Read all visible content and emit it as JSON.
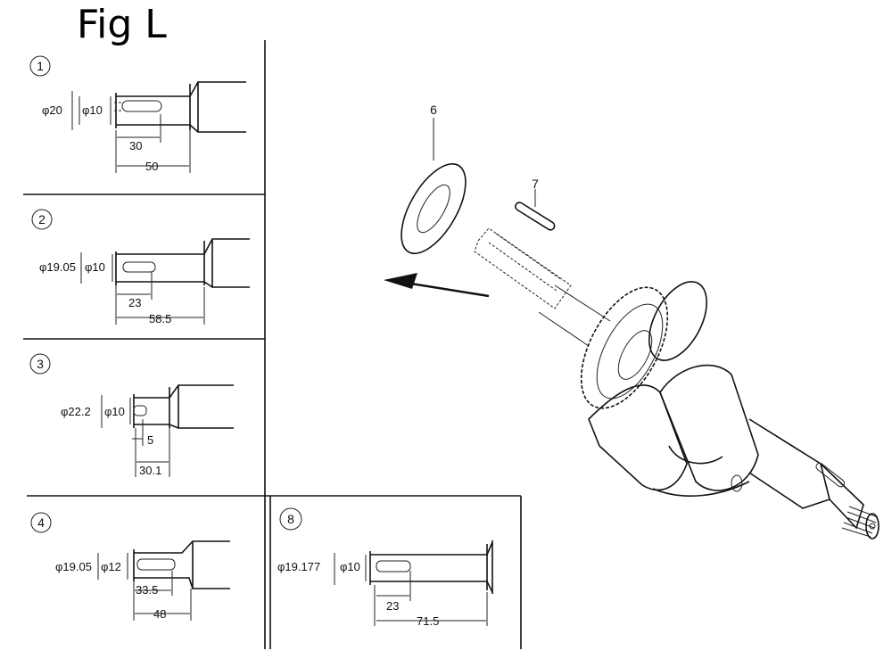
{
  "figure": {
    "title": "Fig L"
  },
  "panels": [
    {
      "id": "1",
      "dims": [
        "φ20",
        "φ10",
        "30",
        "50"
      ]
    },
    {
      "id": "2",
      "dims": [
        "φ19.05",
        "φ10",
        "23",
        "58.5"
      ]
    },
    {
      "id": "3",
      "dims": [
        "φ22.2",
        "φ10",
        "5",
        "30.1"
      ]
    },
    {
      "id": "4",
      "dims": [
        "φ19.05",
        "φ12",
        "33.5",
        "48"
      ]
    },
    {
      "id": "8",
      "dims": [
        "φ19.177",
        "φ10",
        "23",
        "71.5"
      ]
    }
  ],
  "callouts": {
    "washer": "6",
    "key": "7"
  }
}
